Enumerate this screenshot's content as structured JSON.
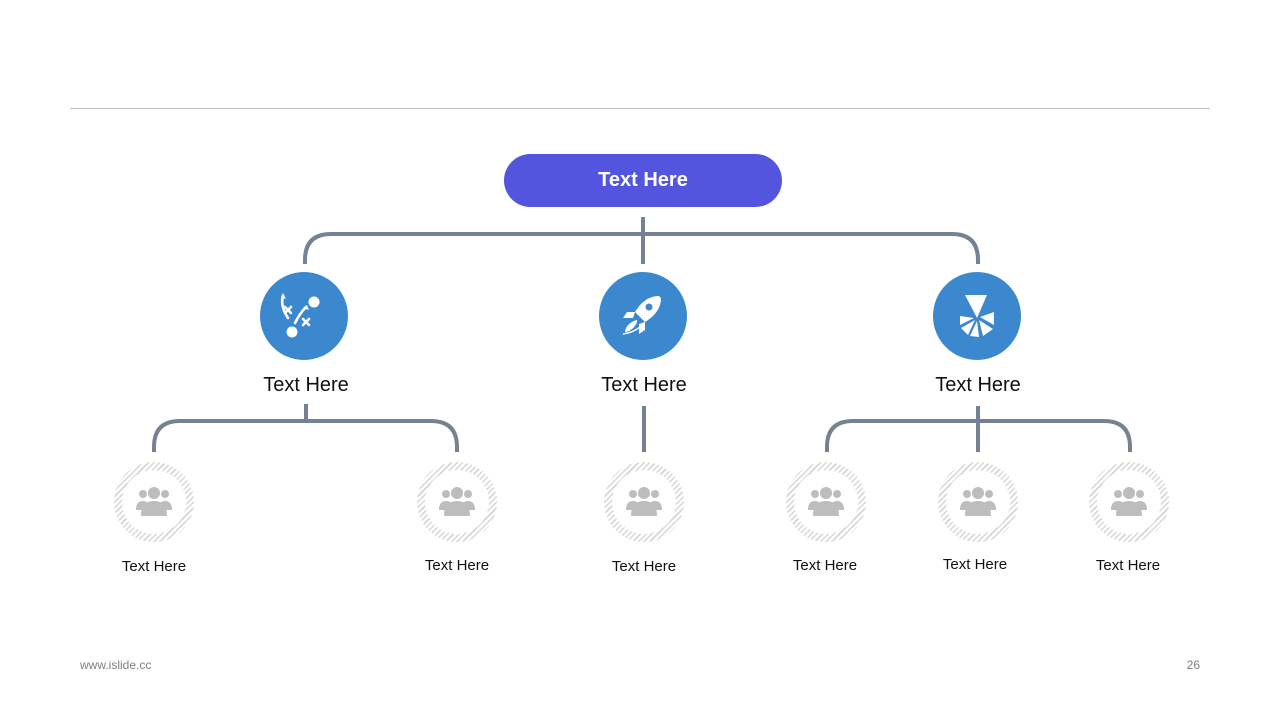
{
  "root": {
    "label": "Text Here"
  },
  "categories": [
    {
      "label": "Text Here",
      "icon": "strategy-icon"
    },
    {
      "label": "Text Here",
      "icon": "rocket-icon"
    },
    {
      "label": "Text Here",
      "icon": "pie-chart-icon"
    }
  ],
  "leaves": [
    {
      "label": "Text Here",
      "parent": 0,
      "icon": "users-icon"
    },
    {
      "label": "Text Here",
      "parent": 0,
      "icon": "users-icon"
    },
    {
      "label": "Text Here",
      "parent": 1,
      "icon": "users-icon"
    },
    {
      "label": "Text Here",
      "parent": 2,
      "icon": "users-icon"
    },
    {
      "label": "Text Here",
      "parent": 2,
      "icon": "users-icon"
    },
    {
      "label": "Text Here",
      "parent": 2,
      "icon": "users-icon"
    }
  ],
  "footer": {
    "url": "www.islide.cc",
    "page_number": "26"
  },
  "colors": {
    "root_fill": "#5355de",
    "icon_fill": "#3b88cf",
    "connector": "#748293",
    "person_icon": "#bdbdbd"
  }
}
